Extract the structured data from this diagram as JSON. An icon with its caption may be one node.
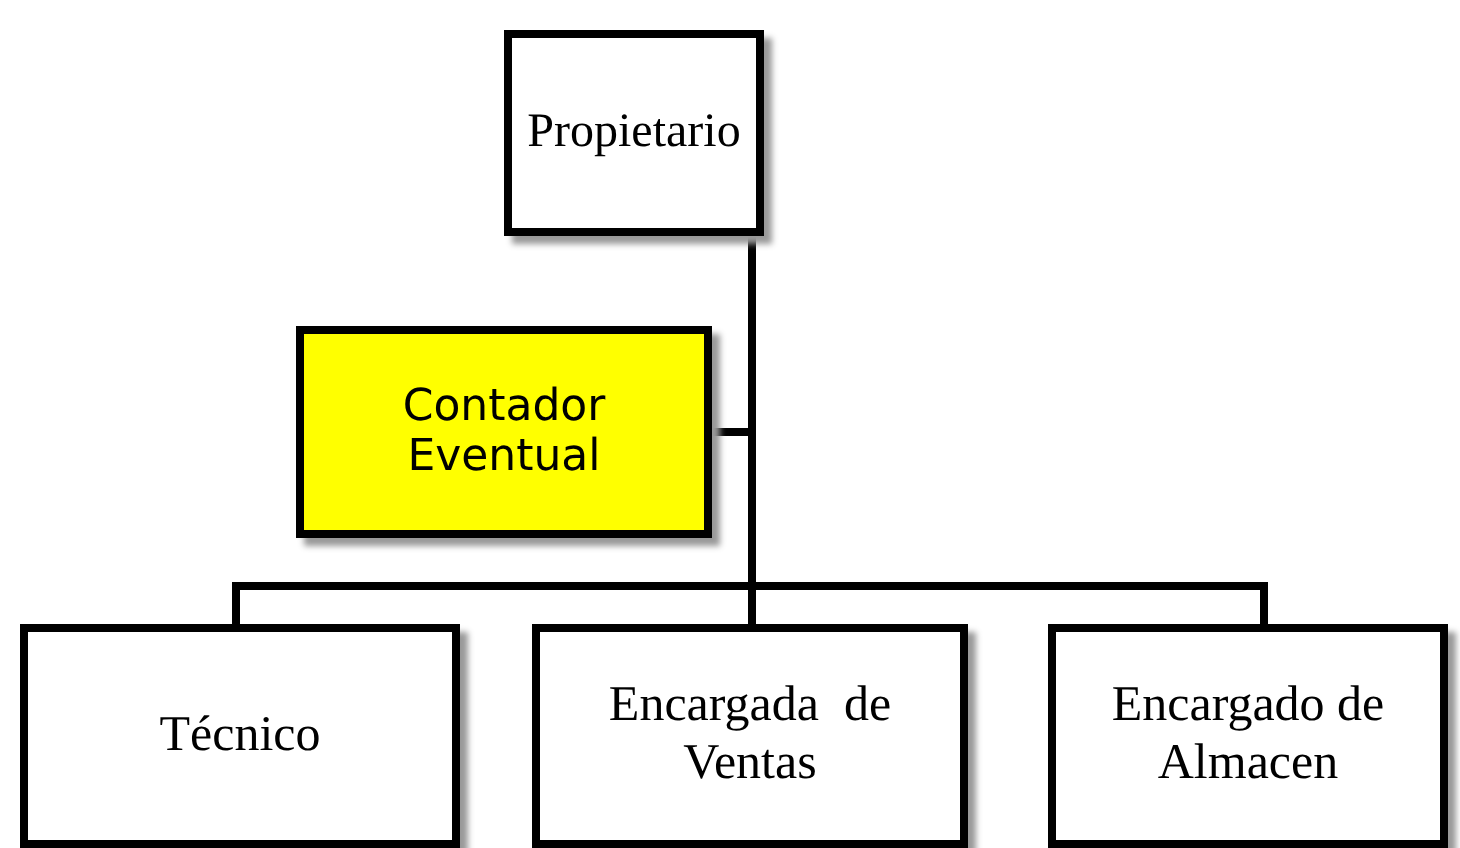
{
  "diagram": {
    "nodes": [
      {
        "text": [
          "Propietario"
        ]
      },
      {
        "text": [
          "Contador Eventual"
        ]
      },
      {
        "text": [
          "Técnico"
        ]
      },
      {
        "text": [
          "Encargada  de Ventas"
        ]
      },
      {
        "text": [
          "Encargado de Almacen"
        ]
      }
    ],
    "edges": [
      {
        "from": 0,
        "to": 1,
        "arrow": "none"
      },
      {
        "from": 0,
        "to": 2,
        "arrow": "none"
      },
      {
        "from": 0,
        "to": 3,
        "arrow": "none"
      },
      {
        "from": 0,
        "to": 4,
        "arrow": "none"
      }
    ]
  }
}
